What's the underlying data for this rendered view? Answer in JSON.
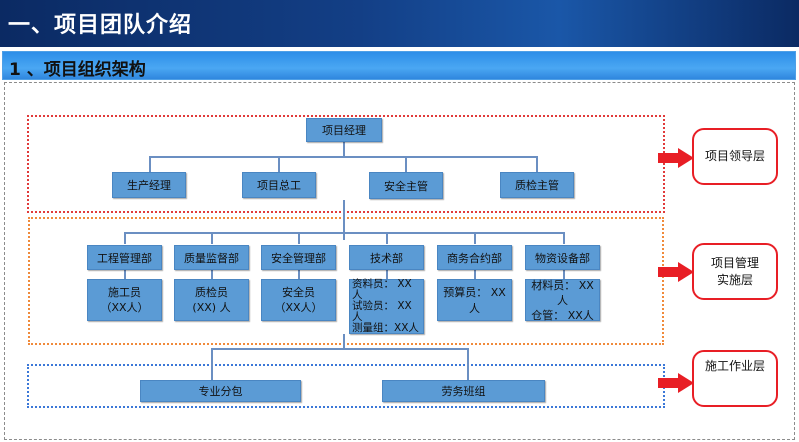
{
  "header": {
    "title": "一、项目团队介绍"
  },
  "section": {
    "title": "1 、项目组织架构"
  },
  "org": {
    "top": "项目经理",
    "leaders": [
      "生产经理",
      "项目总工",
      "安全主管",
      "质检主管"
    ],
    "departments": [
      "工程管理部",
      "质量监督部",
      "安全管理部",
      "技术部",
      "商务合约部",
      "物资设备部"
    ],
    "staff": [
      "施工员\n（XX人）",
      "质检员\n(XX) 人",
      "安全员\n（XX人）",
      "资料员： XX\n人\n试验员： XX\n人\n测量组：XX人",
      "预算员： XX人",
      "材料员： XX人\n仓管： XX人"
    ],
    "work": [
      "专业分包",
      "劳务班组"
    ]
  },
  "layers": {
    "lead": "项目领导层",
    "mgmt": "项目管理\n实施层",
    "work": "施工作业层"
  },
  "colors": {
    "box": "#5b9bd5",
    "lead_border": "#e13a3a",
    "mgmt_border": "#f08a3b",
    "work_border": "#3b78d8",
    "arrow": "#e81e25"
  }
}
